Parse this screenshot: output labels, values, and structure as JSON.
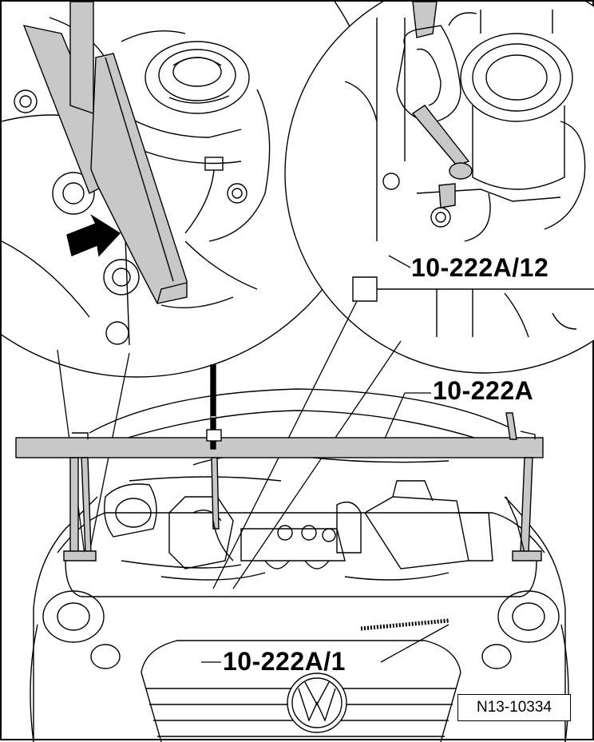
{
  "callouts": {
    "tool_bracket": "10-222A/12",
    "support_bar": "10-222A",
    "spindle_hook": "10-222A/1"
  },
  "figure_id": "N13-10334",
  "colors": {
    "line": "#000000",
    "tool_fill": "#c8c8c8",
    "arrow_fill": "#000000",
    "background": "#ffffff"
  },
  "icons": {
    "direction_arrow": "arrow-right-icon",
    "badge": "vw-logo-icon"
  }
}
